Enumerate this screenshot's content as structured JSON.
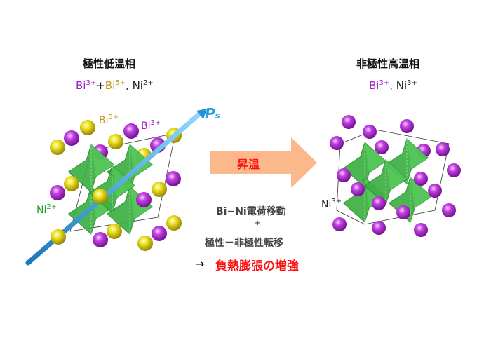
{
  "left": {
    "title": "極性低温相",
    "formula": {
      "bi3": "Bi",
      "bi3_charge": "3+",
      "plus": "+",
      "bi5": "Bi",
      "bi5_charge": "5+",
      "sep": ", ",
      "ni": "Ni",
      "ni_charge": "2+"
    },
    "labels": {
      "bi5": "Bi",
      "bi5_charge": "5+",
      "bi3": "Bi",
      "bi3_charge": "3+",
      "ni": "Ni",
      "ni_charge": "2+"
    },
    "ps_label": "P",
    "ps_sub": "s"
  },
  "right": {
    "title": "非極性高温相",
    "formula": {
      "bi3": "Bi",
      "bi3_charge": "3+",
      "sep": ", ",
      "ni": "Ni",
      "ni_charge": "3+"
    },
    "labels": {
      "ni": "Ni",
      "ni_charge": "3+"
    }
  },
  "center": {
    "arrow_label": "昇温",
    "line1": "Bi−Ni電荷移動",
    "plus": "+",
    "line2": "極性－非極性転移",
    "result_arrow": "→",
    "result": "負熱膨張の増強"
  },
  "colors": {
    "bi3": "#b030d0",
    "bi5": "#e8d820",
    "ni_octahedra": "#3cb043",
    "arrow": "#fbb88a",
    "result": "#ff1010",
    "polarization": "#3aa8e0"
  }
}
